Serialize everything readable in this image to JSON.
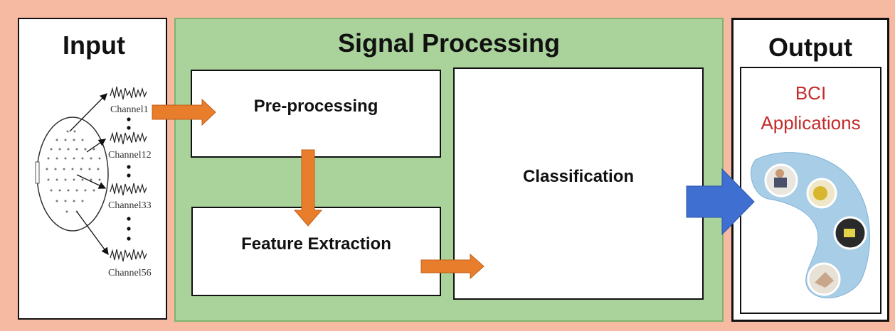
{
  "input": {
    "title": "Input",
    "channels": [
      "Channel1",
      "Channel12",
      "Channel33",
      "Channel56"
    ]
  },
  "signal_processing": {
    "title": "Signal Processing",
    "preprocessing": "Pre-processing",
    "feature_extraction": "Feature Extraction",
    "classification": "Classification"
  },
  "output": {
    "title": "Output",
    "bci_line1": "BCI",
    "bci_line2": "Applications"
  },
  "colors": {
    "background": "#f6b9a1",
    "signal_panel": "#a9d39b",
    "orange_arrow": "#e87d2c",
    "blue_arrow": "#3f6fd0",
    "bci_text": "#c42b2b"
  },
  "icons": [
    "head-electrode-map-icon",
    "eeg-wave-icon",
    "bci-applications-illustration"
  ]
}
